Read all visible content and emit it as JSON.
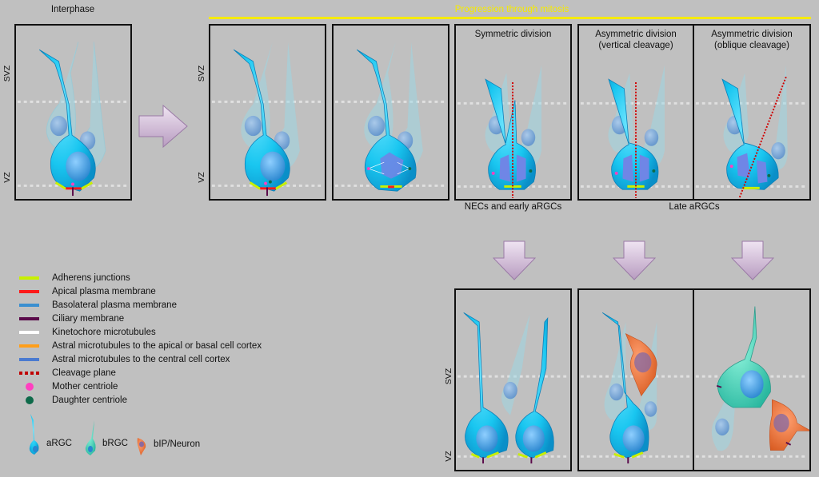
{
  "header": {
    "interphase_label": "Interphase",
    "progression_label": "Progression through mitosis",
    "progression_color": "#f5ea00"
  },
  "zones": {
    "svz": "SVZ",
    "vz": "VZ"
  },
  "panels_top": [
    {
      "id": "interphase",
      "title": ""
    },
    {
      "id": "early-mitosis-1",
      "title": ""
    },
    {
      "id": "early-mitosis-2",
      "title": ""
    },
    {
      "id": "symmetric",
      "title": "Symmetric division"
    },
    {
      "id": "asym-vertical",
      "title_line1": "Asymmetric division",
      "title_line2": "(vertical cleavage)"
    },
    {
      "id": "asym-oblique",
      "title_line1": "Asymmetric division",
      "title_line2": "(oblique cleavage)"
    }
  ],
  "group_labels": {
    "necs": "NECs and early aRGCs",
    "late": "Late aRGCs"
  },
  "legend": {
    "items": [
      {
        "label": "Adherens junctions",
        "color": "#c8f000",
        "type": "line"
      },
      {
        "label": "Apical plasma membrane",
        "color": "#ff1a1a",
        "type": "line"
      },
      {
        "label": "Basolateral plasma membrane",
        "color": "#3a8fd0",
        "type": "line"
      },
      {
        "label": "Ciliary membrane",
        "color": "#5a0a4a",
        "type": "line"
      },
      {
        "label": "Kinetochore microtubules",
        "color": "#ffffff",
        "type": "line"
      },
      {
        "label": "Astral microtubules to the apical or basal cell cortex",
        "color": "#ff9e1a",
        "type": "line"
      },
      {
        "label": "Astral microtubules to the central cell cortex",
        "color": "#4a7ad0",
        "type": "line"
      },
      {
        "label": "Cleavage plane",
        "color": "#c00000",
        "type": "dashed"
      },
      {
        "label": "Mother centriole",
        "color": "#ff3fc0",
        "type": "dot"
      },
      {
        "label": "Daughter centriole",
        "color": "#0e6a4a",
        "type": "dot"
      }
    ],
    "cells": [
      {
        "label": "aRGC",
        "color": "#19c6f0"
      },
      {
        "label": "bRGC",
        "color": "#3fe0c0"
      },
      {
        "label": "bIP/Neuron",
        "color": "#f07a3a"
      }
    ]
  }
}
